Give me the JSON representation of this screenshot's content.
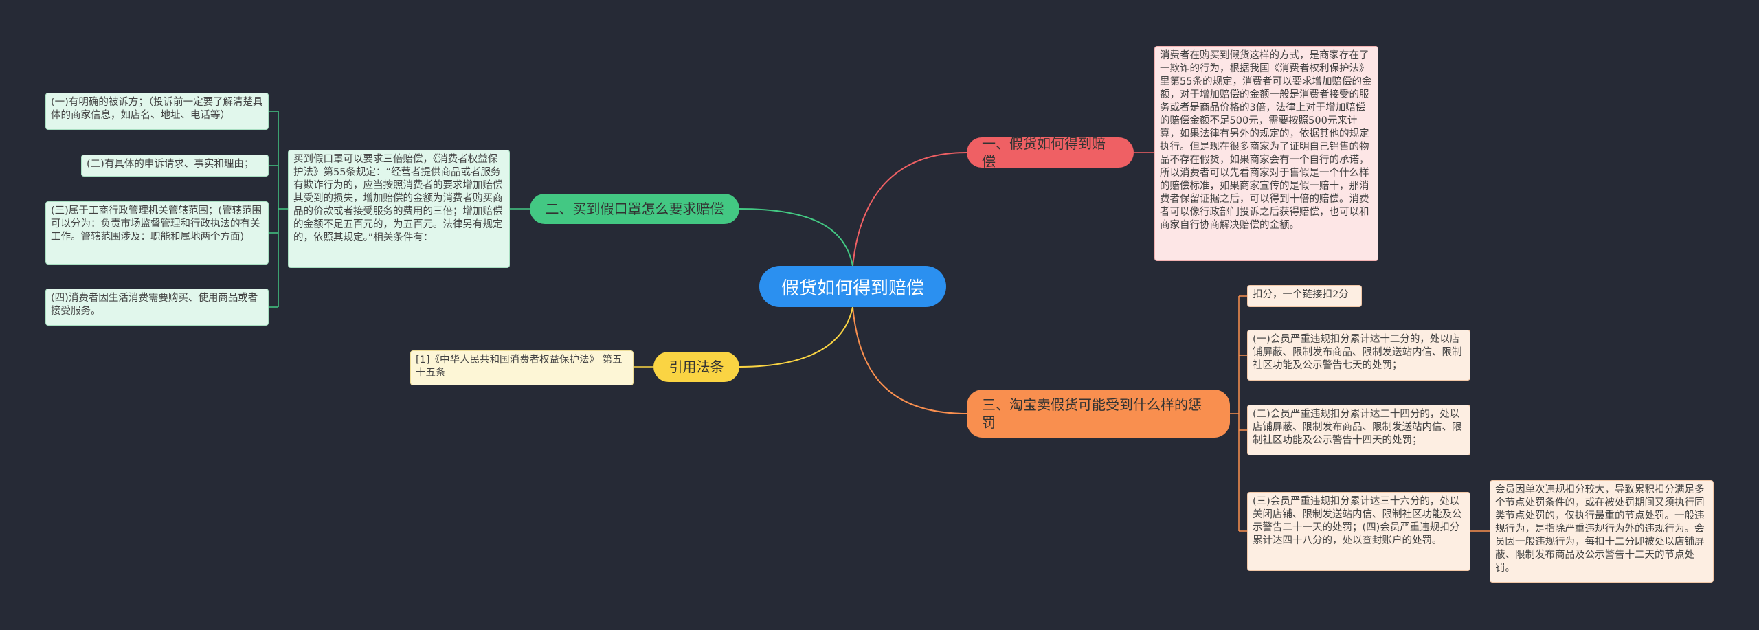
{
  "colors": {
    "background": "#262a36",
    "root": "#2b90f0",
    "branch_red": "#ef6064",
    "branch_green": "#43c883",
    "branch_yellow": "#fad443",
    "branch_orange": "#f98f4f"
  },
  "root": {
    "label": "假货如何得到赔偿"
  },
  "branches": {
    "red": {
      "label": "一、假货如何得到赔偿",
      "text": "消费者在购买到假货这样的方式，是商家存在了一欺诈的行为，根据我国《消费者权利保护法》里第55条的规定，消费者可以要求增加赔偿的金额，对于增加赔偿的金额一般是消费者接受的服务或者是商品价格的3倍，法律上对于增加赔偿的赔偿金额不足500元，需要按照500元来计算，如果法律有另外的规定的，依据其他的规定执行。但是现在很多商家为了证明自己销售的物品不存在假货，如果商家会有一个自行的承诺，所以消费者可以先看商家对于售假是一个什么样的赔偿标准，如果商家宣传的是假一赔十，那消费者保留证据之后，可以得到十倍的赔偿。消费者可以像行政部门投诉之后获得赔偿，也可以和商家自行协商解决赔偿的金额。"
    },
    "green": {
      "label": "二、买到假口罩怎么要求赔偿",
      "text": "买到假口罩可以要求三倍赔偿，《消费者权益保护法》第55条规定：“经营者提供商品或者服务有欺诈行为的，应当按照消费者的要求增加赔偿其受到的损失，增加赔偿的金额为消费者购买商品的价款或者接受服务的费用的三倍；增加赔偿的金额不足五百元的，为五百元。法律另有规定的，依照其规定。”相关条件有：",
      "items": [
        "(一)有明确的被诉方；（投诉前一定要了解清楚具体的商家信息，如店名、地址、电话等）",
        "(二)有具体的申诉请求、事实和理由；",
        "(三)属于工商行政管理机关管辖范围；(管辖范围可以分为：负责市场监督管理和行政执法的有关工作。管辖范围涉及：职能和属地两个方面)",
        "(四)消费者因生活消费需要购买、使用商品或者接受服务。"
      ]
    },
    "yellow": {
      "label": "引用法条",
      "text": "[1]《中华人民共和国消费者权益保护法》 第五十五条"
    },
    "orange": {
      "label": "三、淘宝卖假货可能受到什么样的惩罚",
      "items": [
        "扣分，一个链接扣2分",
        "(一)会员严重违规扣分累计达十二分的，处以店铺屏蔽、限制发布商品、限制发送站内信、限制社区功能及公示警告七天的处罚；",
        "(二)会员严重违规扣分累计达二十四分的，处以店铺屏蔽、限制发布商品、限制发送站内信、限制社区功能及公示警告十四天的处罚；",
        "(三)会员严重违规扣分累计达三十六分的，处以关闭店铺、限制发送站内信、限制社区功能及公示警告二十一天的处罚；(四)会员严重违规扣分累计达四十八分的，处以查封账户的处罚。"
      ],
      "sub": "会员因单次违规扣分较大，导致累积扣分满足多个节点处罚条件的，或在被处罚期间又须执行同类节点处罚的，仅执行最重的节点处罚。一般违规行为，是指除严重违规行为外的违规行为。会员因一般违规行为，每扣十二分即被处以店铺屏蔽、限制发布商品及公示警告十二天的节点处罚。"
    }
  }
}
